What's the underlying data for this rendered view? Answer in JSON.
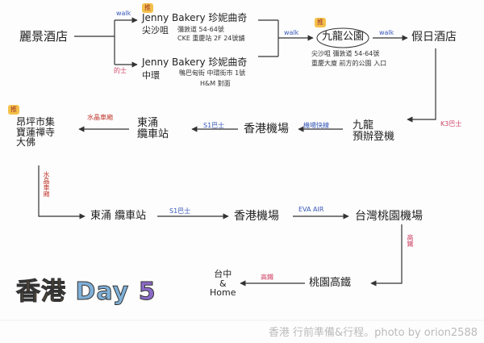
{
  "nodes": {
    "hotel": "麗景酒店",
    "jenny_tst_title": "Jenny Bakery 珍妮曲奇",
    "jenny_tst_area": "尖沙咀",
    "jenny_tst_addr1": "彌敦道 54-64號",
    "jenny_tst_addr2": "CKE 重慶站 2F 24號舖",
    "jenny_central_title": "Jenny Bakery 珍妮曲奇",
    "jenny_central_area": "中環",
    "jenny_central_addr1": "鴨巴甸街 中環街市 1號",
    "jenny_central_addr2": "H&M 對面",
    "kowloon_park": "九龍公園",
    "kp_note1": "尖沙咀 彌敦道 54-64號",
    "kp_note2": "重慶大廈 前方的公園 入口",
    "holiday_inn": "假日酒店",
    "kowloon_station": "九龍\n預辦登機",
    "airport_1": "香港機場",
    "tung_chung_1": "東涌\n纜車站",
    "ngong_ping": "昂坪市集\n寶蓮禪寺\n大佛",
    "tung_chung_2": "東涌 纜車站",
    "airport_2": "香港機場",
    "taoyuan_airport": "台灣桃園機場",
    "taoyuan_hsr": "桃園高鐵",
    "taichung_home": "台中\n&\nHome"
  },
  "edges": {
    "walk_1": "walk",
    "walk_2": "walk",
    "walk_3": "walk",
    "taxi": "的士",
    "k3_bus": "K3巴士",
    "airport_express": "機場快線",
    "s1_bus_1": "S1巴士",
    "bus_by_water": "水晶車廂",
    "s1_bus_2": "S1巴士",
    "eva_air": "EVA AIR",
    "bus_hsr": "高鐵",
    "hsr": "高鐵",
    "bus_water_2": "水晶車廂"
  },
  "badges": {
    "b1": "推",
    "b2": "推",
    "b3": "推"
  },
  "title": {
    "part1": "香港",
    "part2": "Day",
    "part3": "5"
  },
  "credit": "香港 行前準備&行程。photo by orion2588"
}
